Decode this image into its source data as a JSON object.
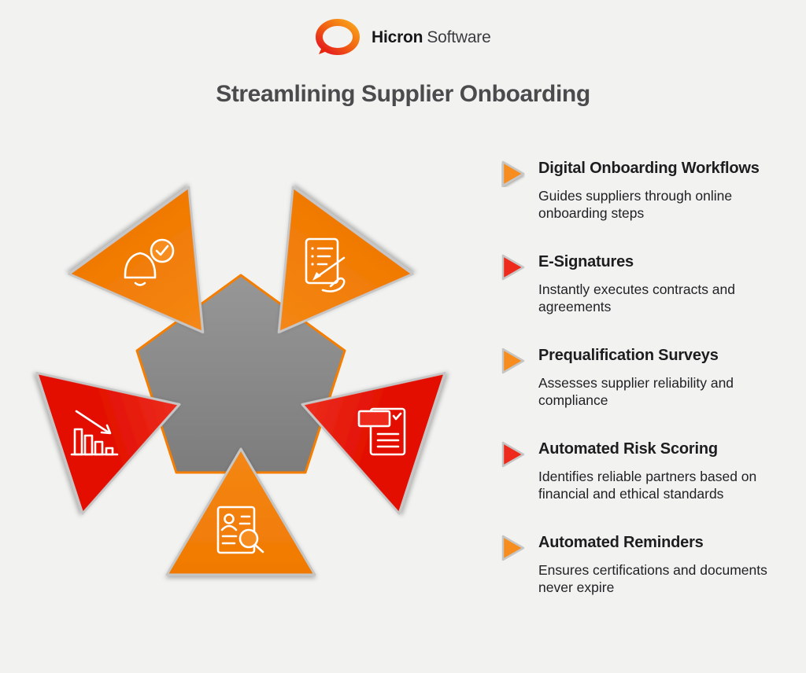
{
  "colors": {
    "background": "#F2F2F1",
    "orange": "#F78D1E",
    "orange_light": "#FBA43D",
    "orange_dark": "#F07800",
    "red": "#ED2A1B",
    "red_light": "#F6503F",
    "red_dark": "#E31103",
    "pentagon_fill_light": "#979797",
    "pentagon_fill_dark": "#7C7C7C",
    "pentagon_stroke": "#F57E00",
    "triangle_border": "#C6C6C6",
    "title": "#4B4B4D",
    "text": "#1E1E1E"
  },
  "logo": {
    "mark": "speech-bubble-ring-icon",
    "brand_bold": "Hicron",
    "brand_regular": "Software"
  },
  "title": "Streamlining Supplier Onboarding",
  "diagram": {
    "center_shape": "pentagon",
    "segments": [
      {
        "position": "bottom",
        "color": "orange",
        "icon": "profile-search-icon"
      },
      {
        "position": "left",
        "color": "red",
        "icon": "declining-bar-chart-icon"
      },
      {
        "position": "top-left",
        "color": "orange",
        "icon": "bell-check-icon"
      },
      {
        "position": "top-right",
        "color": "orange",
        "icon": "signature-document-icon"
      },
      {
        "position": "right",
        "color": "red",
        "icon": "survey-form-check-icon"
      }
    ]
  },
  "items": [
    {
      "accent": "orange",
      "heading": "Digital Onboarding Workflows",
      "body": "Guides suppliers through online onboarding steps"
    },
    {
      "accent": "red",
      "heading": "E-Signatures",
      "body": "Instantly executes contracts and agreements"
    },
    {
      "accent": "orange",
      "heading": "Prequalification Surveys",
      "body": "Assesses supplier reliability and compliance"
    },
    {
      "accent": "red",
      "heading": "Automated Risk Scoring",
      "body": "Identifies reliable partners based on financial and ethical standards"
    },
    {
      "accent": "orange",
      "heading": "Automated Reminders",
      "body": "Ensures certifications and documents never expire"
    }
  ]
}
